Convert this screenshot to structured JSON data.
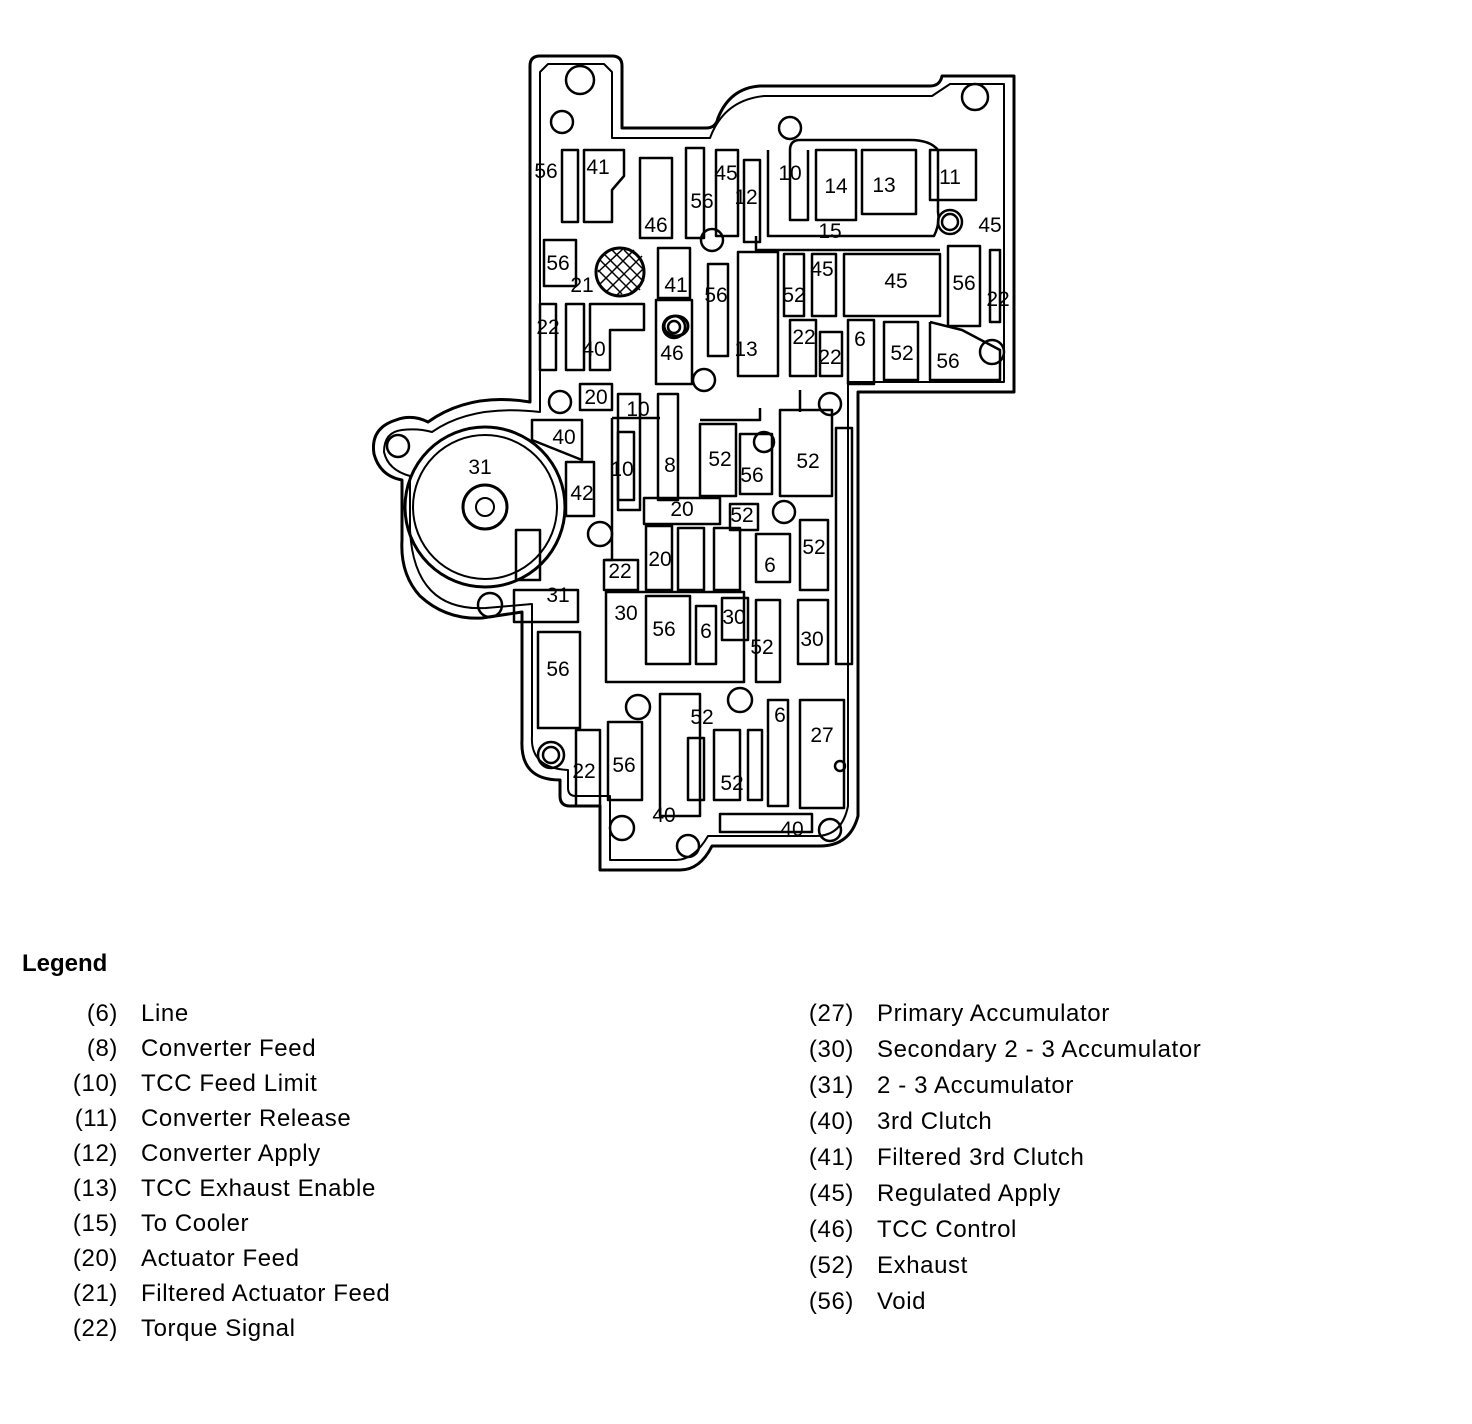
{
  "diagram": {
    "labels": [
      "56",
      "41",
      "45",
      "12",
      "10",
      "14",
      "13",
      "11",
      "46",
      "56",
      "15",
      "45",
      "56",
      "21",
      "41",
      "56",
      "45",
      "52",
      "45",
      "56",
      "22",
      "22",
      "40",
      "46",
      "13",
      "22",
      "6",
      "52",
      "56",
      "22",
      "20",
      "10",
      "40",
      "31",
      "10",
      "8",
      "52",
      "56",
      "52",
      "42",
      "20",
      "52",
      "52",
      "20",
      "6",
      "22",
      "30",
      "56",
      "6",
      "30",
      "52",
      "30",
      "31",
      "56",
      "52",
      "6",
      "27",
      "22",
      "56",
      "52",
      "40",
      "40"
    ]
  },
  "legend": {
    "title": "Legend",
    "left": [
      {
        "code": "(6)",
        "desc": "Line"
      },
      {
        "code": "(8)",
        "desc": "Converter Feed"
      },
      {
        "code": "(10)",
        "desc": "TCC Feed Limit"
      },
      {
        "code": "(11)",
        "desc": "Converter Release"
      },
      {
        "code": "(12)",
        "desc": "Converter Apply"
      },
      {
        "code": "(13)",
        "desc": "TCC Exhaust Enable"
      },
      {
        "code": "(15)",
        "desc": "To Cooler"
      },
      {
        "code": "(20)",
        "desc": "Actuator Feed"
      },
      {
        "code": "(21)",
        "desc": "Filtered Actuator Feed"
      },
      {
        "code": "(22)",
        "desc": "Torque Signal"
      }
    ],
    "right": [
      {
        "code": "(27)",
        "desc": "Primary Accumulator"
      },
      {
        "code": "(30)",
        "desc": "Secondary 2 - 3 Accumulator"
      },
      {
        "code": "(31)",
        "desc": "2 - 3 Accumulator"
      },
      {
        "code": "(40)",
        "desc": "3rd Clutch"
      },
      {
        "code": "(41)",
        "desc": "Filtered 3rd Clutch"
      },
      {
        "code": "(45)",
        "desc": "Regulated Apply"
      },
      {
        "code": "(46)",
        "desc": "TCC Control"
      },
      {
        "code": "(52)",
        "desc": "Exhaust"
      },
      {
        "code": "(56)",
        "desc": "Void"
      }
    ]
  }
}
